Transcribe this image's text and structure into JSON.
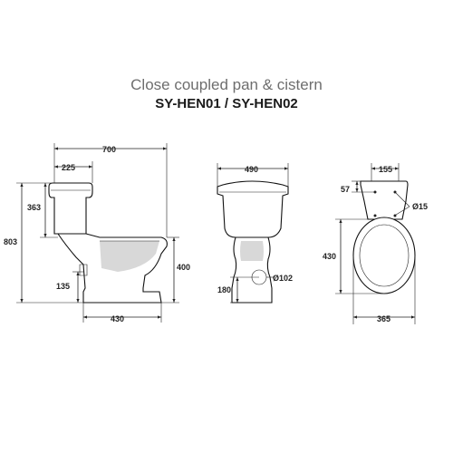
{
  "header": {
    "title": "Close coupled pan & cistern",
    "subtitle": "SY-HEN01 / SY-HEN02"
  },
  "side_view": {
    "width_total": "700",
    "cistern_depth": "225",
    "cistern_height": "363",
    "total_height": "803",
    "seat_height": "400",
    "outlet_height": "135",
    "base_depth": "430"
  },
  "front_view": {
    "width": "490",
    "outlet_height": "180",
    "outlet_diameter": "Ø102"
  },
  "top_view": {
    "hinge_spacing": "155",
    "hinge_offset": "57",
    "hole_diameter": "Ø15",
    "seat_length": "430",
    "seat_width": "365"
  }
}
